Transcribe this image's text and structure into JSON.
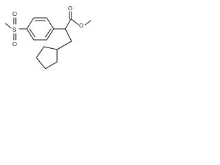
{
  "molecule": {
    "atoms": {
      "sulfur": "S",
      "sulfonyl_oxygen_top": "O",
      "sulfonyl_oxygen_bottom": "O",
      "carbonyl_oxygen": "O",
      "ester_oxygen": "O"
    }
  }
}
